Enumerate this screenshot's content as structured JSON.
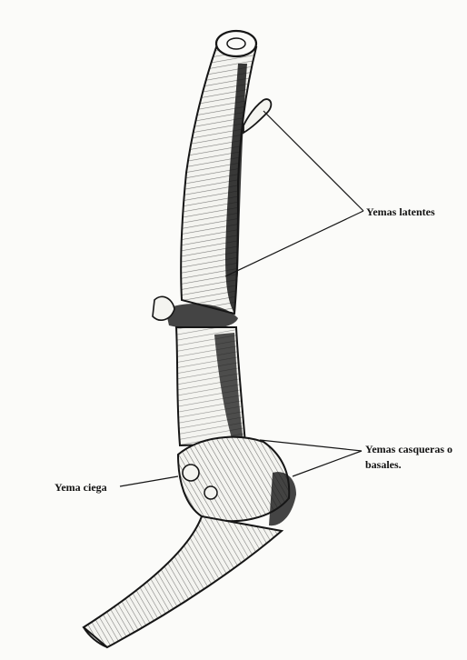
{
  "labels": {
    "latent_buds": "Yemas latentes",
    "basal_buds_line1": "Yemas casqueras o",
    "basal_buds_line2": "basales.",
    "blind_bud": "Yema ciega"
  },
  "illustration": {
    "subject": "grapevine-cane-drawing",
    "ink_color": "#161616",
    "paper_color": "#fbfbf9"
  }
}
